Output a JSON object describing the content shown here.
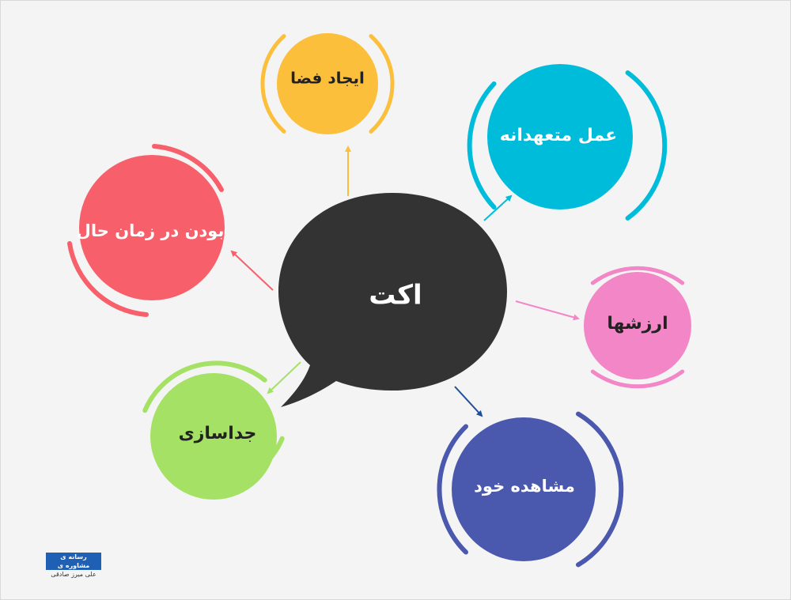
{
  "center": {
    "label": "اکت",
    "color": "#333333",
    "text_color": "#ffffff"
  },
  "nodes": [
    {
      "id": "creating-space",
      "label": "ایجاد فضا",
      "color": "#fbbf3b",
      "text_color": "#222222"
    },
    {
      "id": "committed-action",
      "label": "عمل متعهدانه",
      "color": "#00bcdb",
      "text_color": "#ffffff"
    },
    {
      "id": "values",
      "label": "ارزشها",
      "color": "#f386c6",
      "text_color": "#222222"
    },
    {
      "id": "self-observation",
      "label": "مشاهده خود",
      "color": "#4a58ad",
      "text_color": "#ffffff"
    },
    {
      "id": "defusion",
      "label": "جداسازی",
      "color": "#a4e164",
      "text_color": "#222222"
    },
    {
      "id": "being-present",
      "label": "بودن در زمان حال",
      "color": "#f7606a",
      "text_color": "#ffffff"
    }
  ],
  "watermark": {
    "line1": "رسانه ی مشاوره ی",
    "line2": "علی میرز صادقی",
    "color": "#1f5fb4"
  }
}
